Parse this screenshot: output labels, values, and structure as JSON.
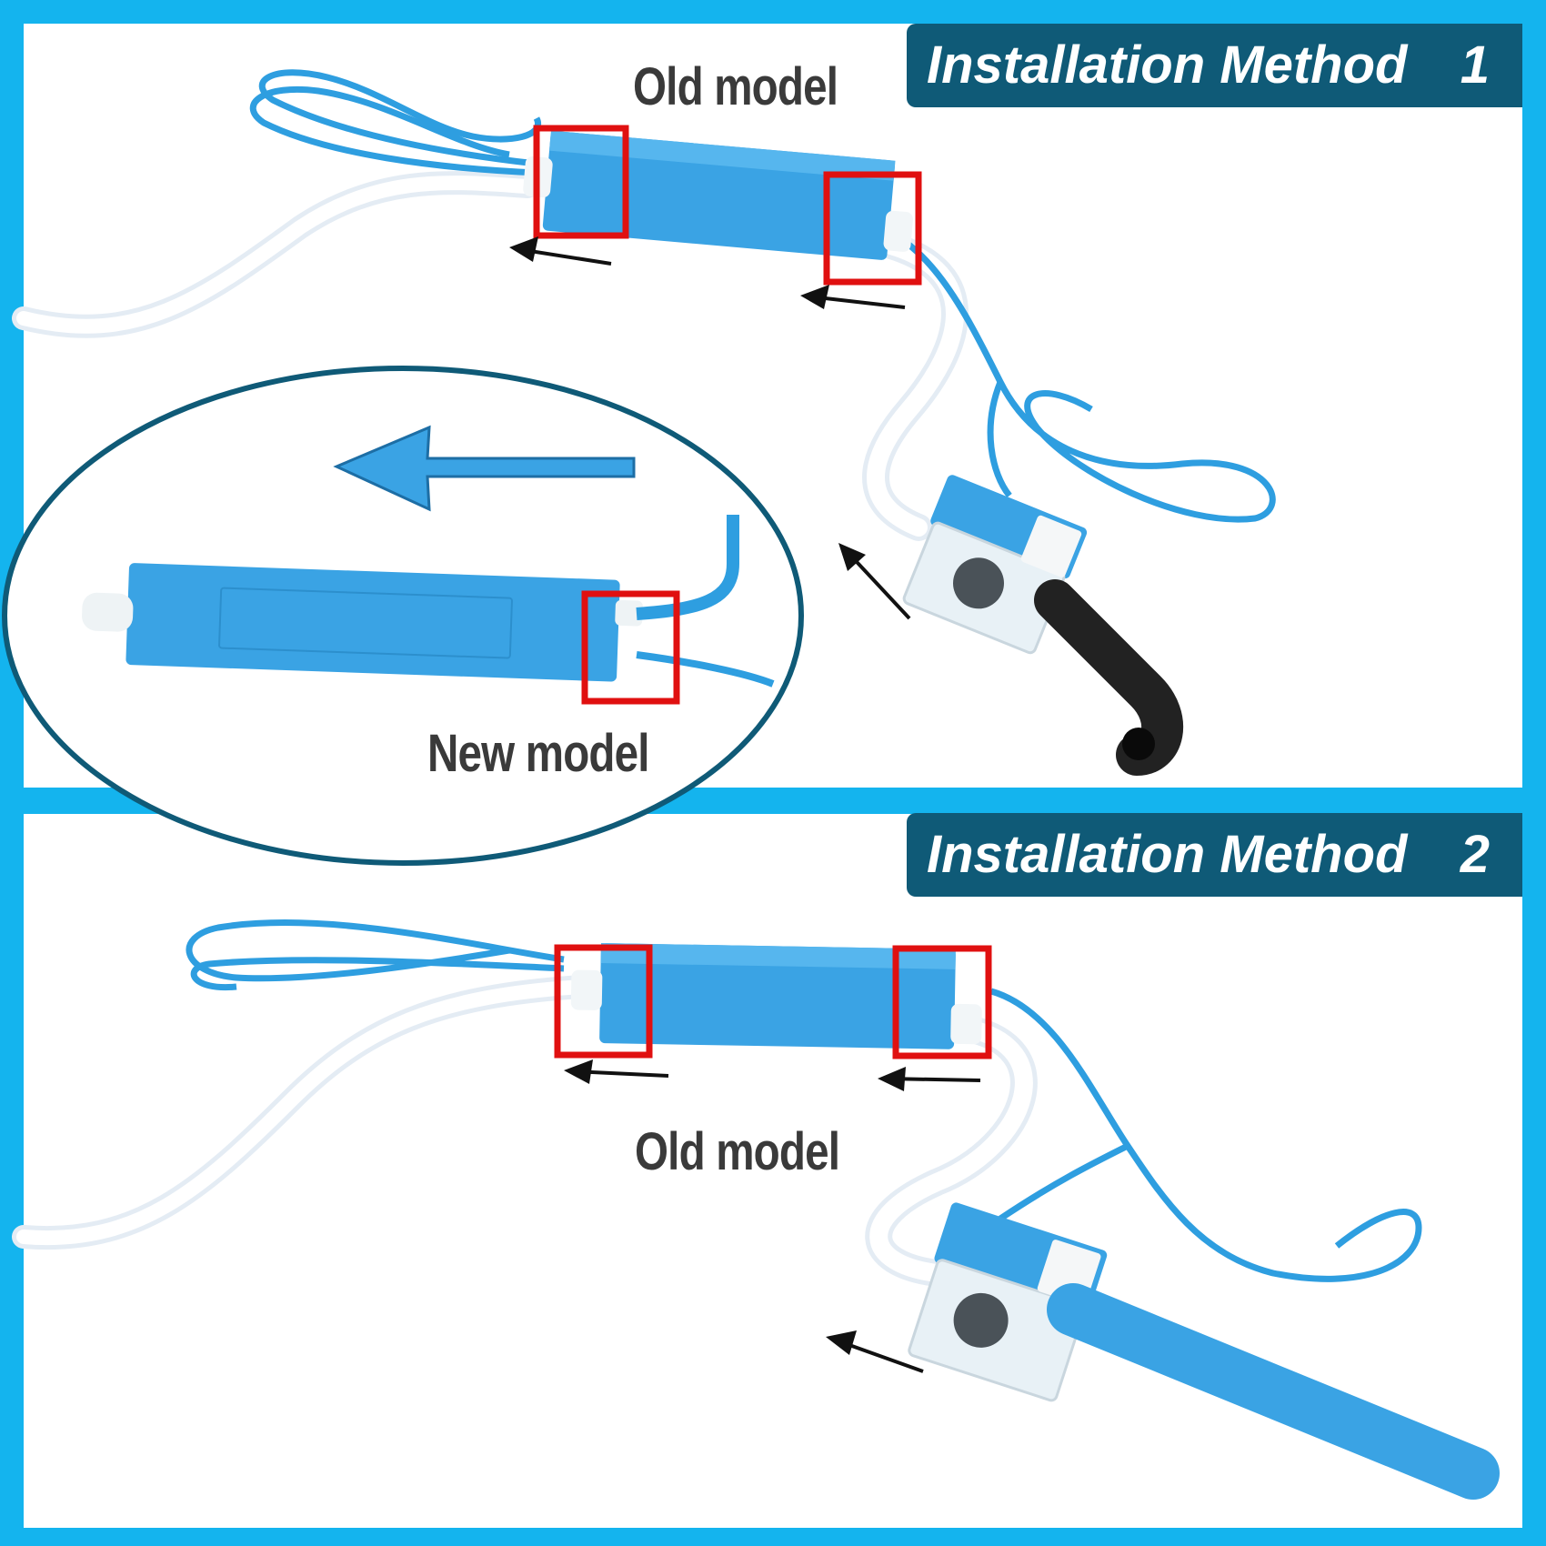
{
  "banners": {
    "method1": {
      "title": "Installation Method",
      "number": "1"
    },
    "method2": {
      "title": "Installation Method",
      "number": "2"
    }
  },
  "labels": {
    "old_model_top": "Old model",
    "new_model": "New model",
    "old_model_bottom": "Old model"
  },
  "colors": {
    "background_blue": "#14b4ee",
    "banner_navy": "#0f5a77",
    "pump_blue": "#3aa3e4",
    "highlight_red": "#e01010"
  }
}
